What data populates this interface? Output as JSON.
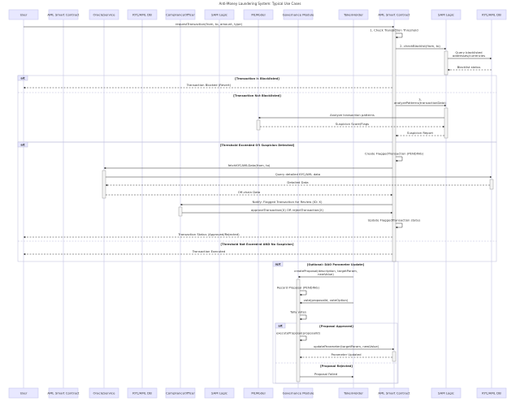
{
  "title": "Anti-Money Laundering System: Typical Use Cases",
  "participants": [
    {
      "id": "user",
      "label": "User"
    },
    {
      "id": "aml1",
      "label": "AML Smart Contract"
    },
    {
      "id": "oracle",
      "label": "OracleService"
    },
    {
      "id": "kycdb1",
      "label": "KYC/AML DB"
    },
    {
      "id": "officer",
      "label": "ComplianceOfficer"
    },
    {
      "id": "sam1",
      "label": "SAM Logic"
    },
    {
      "id": "ml",
      "label": "MLModel"
    },
    {
      "id": "gov",
      "label": "Governance Module"
    },
    {
      "id": "token",
      "label": "TokenHolder"
    },
    {
      "id": "aml2",
      "label": "AML Smart Contract"
    },
    {
      "id": "sam2",
      "label": "SAM Logic"
    },
    {
      "id": "kycdb2",
      "label": "KYC/AML DB"
    }
  ],
  "messages": [
    {
      "from": "user",
      "to": "aml2",
      "text": "requestTransaction(from, to, amount, type)",
      "style": "solid"
    },
    {
      "from": "aml2",
      "to": "aml2",
      "text": "1. Check Transaction Threshold",
      "style": "solid"
    },
    {
      "from": "aml2",
      "to": "sam2",
      "text": "2. checkBlacklist(from, to)",
      "style": "solid"
    },
    {
      "from": "sam2",
      "to": "kycdb2",
      "text": "Query blacklisted addresses/currencies",
      "style": "solid"
    },
    {
      "from": "kycdb2",
      "to": "sam2",
      "text": "Blacklist status",
      "style": "dashed"
    },
    {
      "from": "aml2",
      "to": "user",
      "text": "Transaction Blocked (Revert)",
      "style": "dashed"
    },
    {
      "from": "aml2",
      "to": "sam2",
      "text": "3. analyzePatterns(transactionData)",
      "style": "solid"
    },
    {
      "from": "sam2",
      "to": "ml",
      "text": "Analyze transaction patterns",
      "style": "solid"
    },
    {
      "from": "ml",
      "to": "sam2",
      "text": "Suspicion Score/Flags",
      "style": "dashed"
    },
    {
      "from": "sam2",
      "to": "aml2",
      "text": "Suspicion Report",
      "style": "dashed"
    },
    {
      "from": "aml2",
      "to": "aml2",
      "text": "Create FlaggedTransaction (PENDING)",
      "style": "solid"
    },
    {
      "from": "aml2",
      "to": "oracle",
      "text": "fetchKYCAMLData(from, to)",
      "style": "solid"
    },
    {
      "from": "oracle",
      "to": "kycdb2",
      "text": "Query detailed KYC/AML data",
      "style": "solid"
    },
    {
      "from": "kycdb2",
      "to": "oracle",
      "text": "Detailed Data",
      "style": "dashed"
    },
    {
      "from": "oracle",
      "to": "aml2",
      "text": "Off-chain Data",
      "style": "dashed"
    },
    {
      "from": "aml2",
      "to": "officer",
      "text": "Notify: Flagged Transaction for Review (ID: X)",
      "style": "solid"
    },
    {
      "from": "officer",
      "to": "aml2",
      "text": "approveTransaction(X) OR rejectTransaction(X)",
      "style": "solid"
    },
    {
      "from": "aml2",
      "to": "aml2",
      "text": "Update FlaggedTransaction status",
      "style": "solid"
    },
    {
      "from": "aml2",
      "to": "user",
      "text": "Transaction Status (Approved/Rejected)",
      "style": "dashed"
    },
    {
      "from": "aml2",
      "to": "user",
      "text": "Transaction Executed",
      "style": "dashed"
    },
    {
      "from": "token",
      "to": "gov",
      "text": "createProposal(description, targetParam, newValue)",
      "style": "solid"
    },
    {
      "from": "gov",
      "to": "gov",
      "text": "Record Proposal (PENDING)",
      "style": "solid"
    },
    {
      "from": "token",
      "to": "gov",
      "text": "vote(proposalId, voteOption)",
      "style": "solid"
    },
    {
      "from": "gov",
      "to": "gov",
      "text": "Tally votes",
      "style": "solid"
    },
    {
      "from": "gov",
      "to": "gov",
      "text": "executeProposal(proposalId)",
      "style": "solid"
    },
    {
      "from": "gov",
      "to": "aml2",
      "text": "updateParameter(targetParam, newValue)",
      "style": "solid"
    },
    {
      "from": "aml2",
      "to": "gov",
      "text": "Parameter Updated",
      "style": "dashed"
    },
    {
      "from": "gov",
      "to": "token",
      "text": "Proposal Failed",
      "style": "solid"
    }
  ],
  "frames": [
    {
      "tag": "alt",
      "sections": [
        "[Transaction is Blacklisted]",
        "[Transaction Not Blacklisted]"
      ]
    },
    {
      "tag": "alt",
      "sections": [
        "[Threshold Exceeded OR Suspicion Detected]",
        "[Threshold Not Exceeded AND No Suspicion]"
      ]
    },
    {
      "tag": "opt",
      "sections": [
        "[Optional: DAO Parameter Update]"
      ]
    },
    {
      "tag": "alt",
      "sections": [
        "[Proposal Approved]",
        "[Proposal Rejected]"
      ]
    }
  ]
}
